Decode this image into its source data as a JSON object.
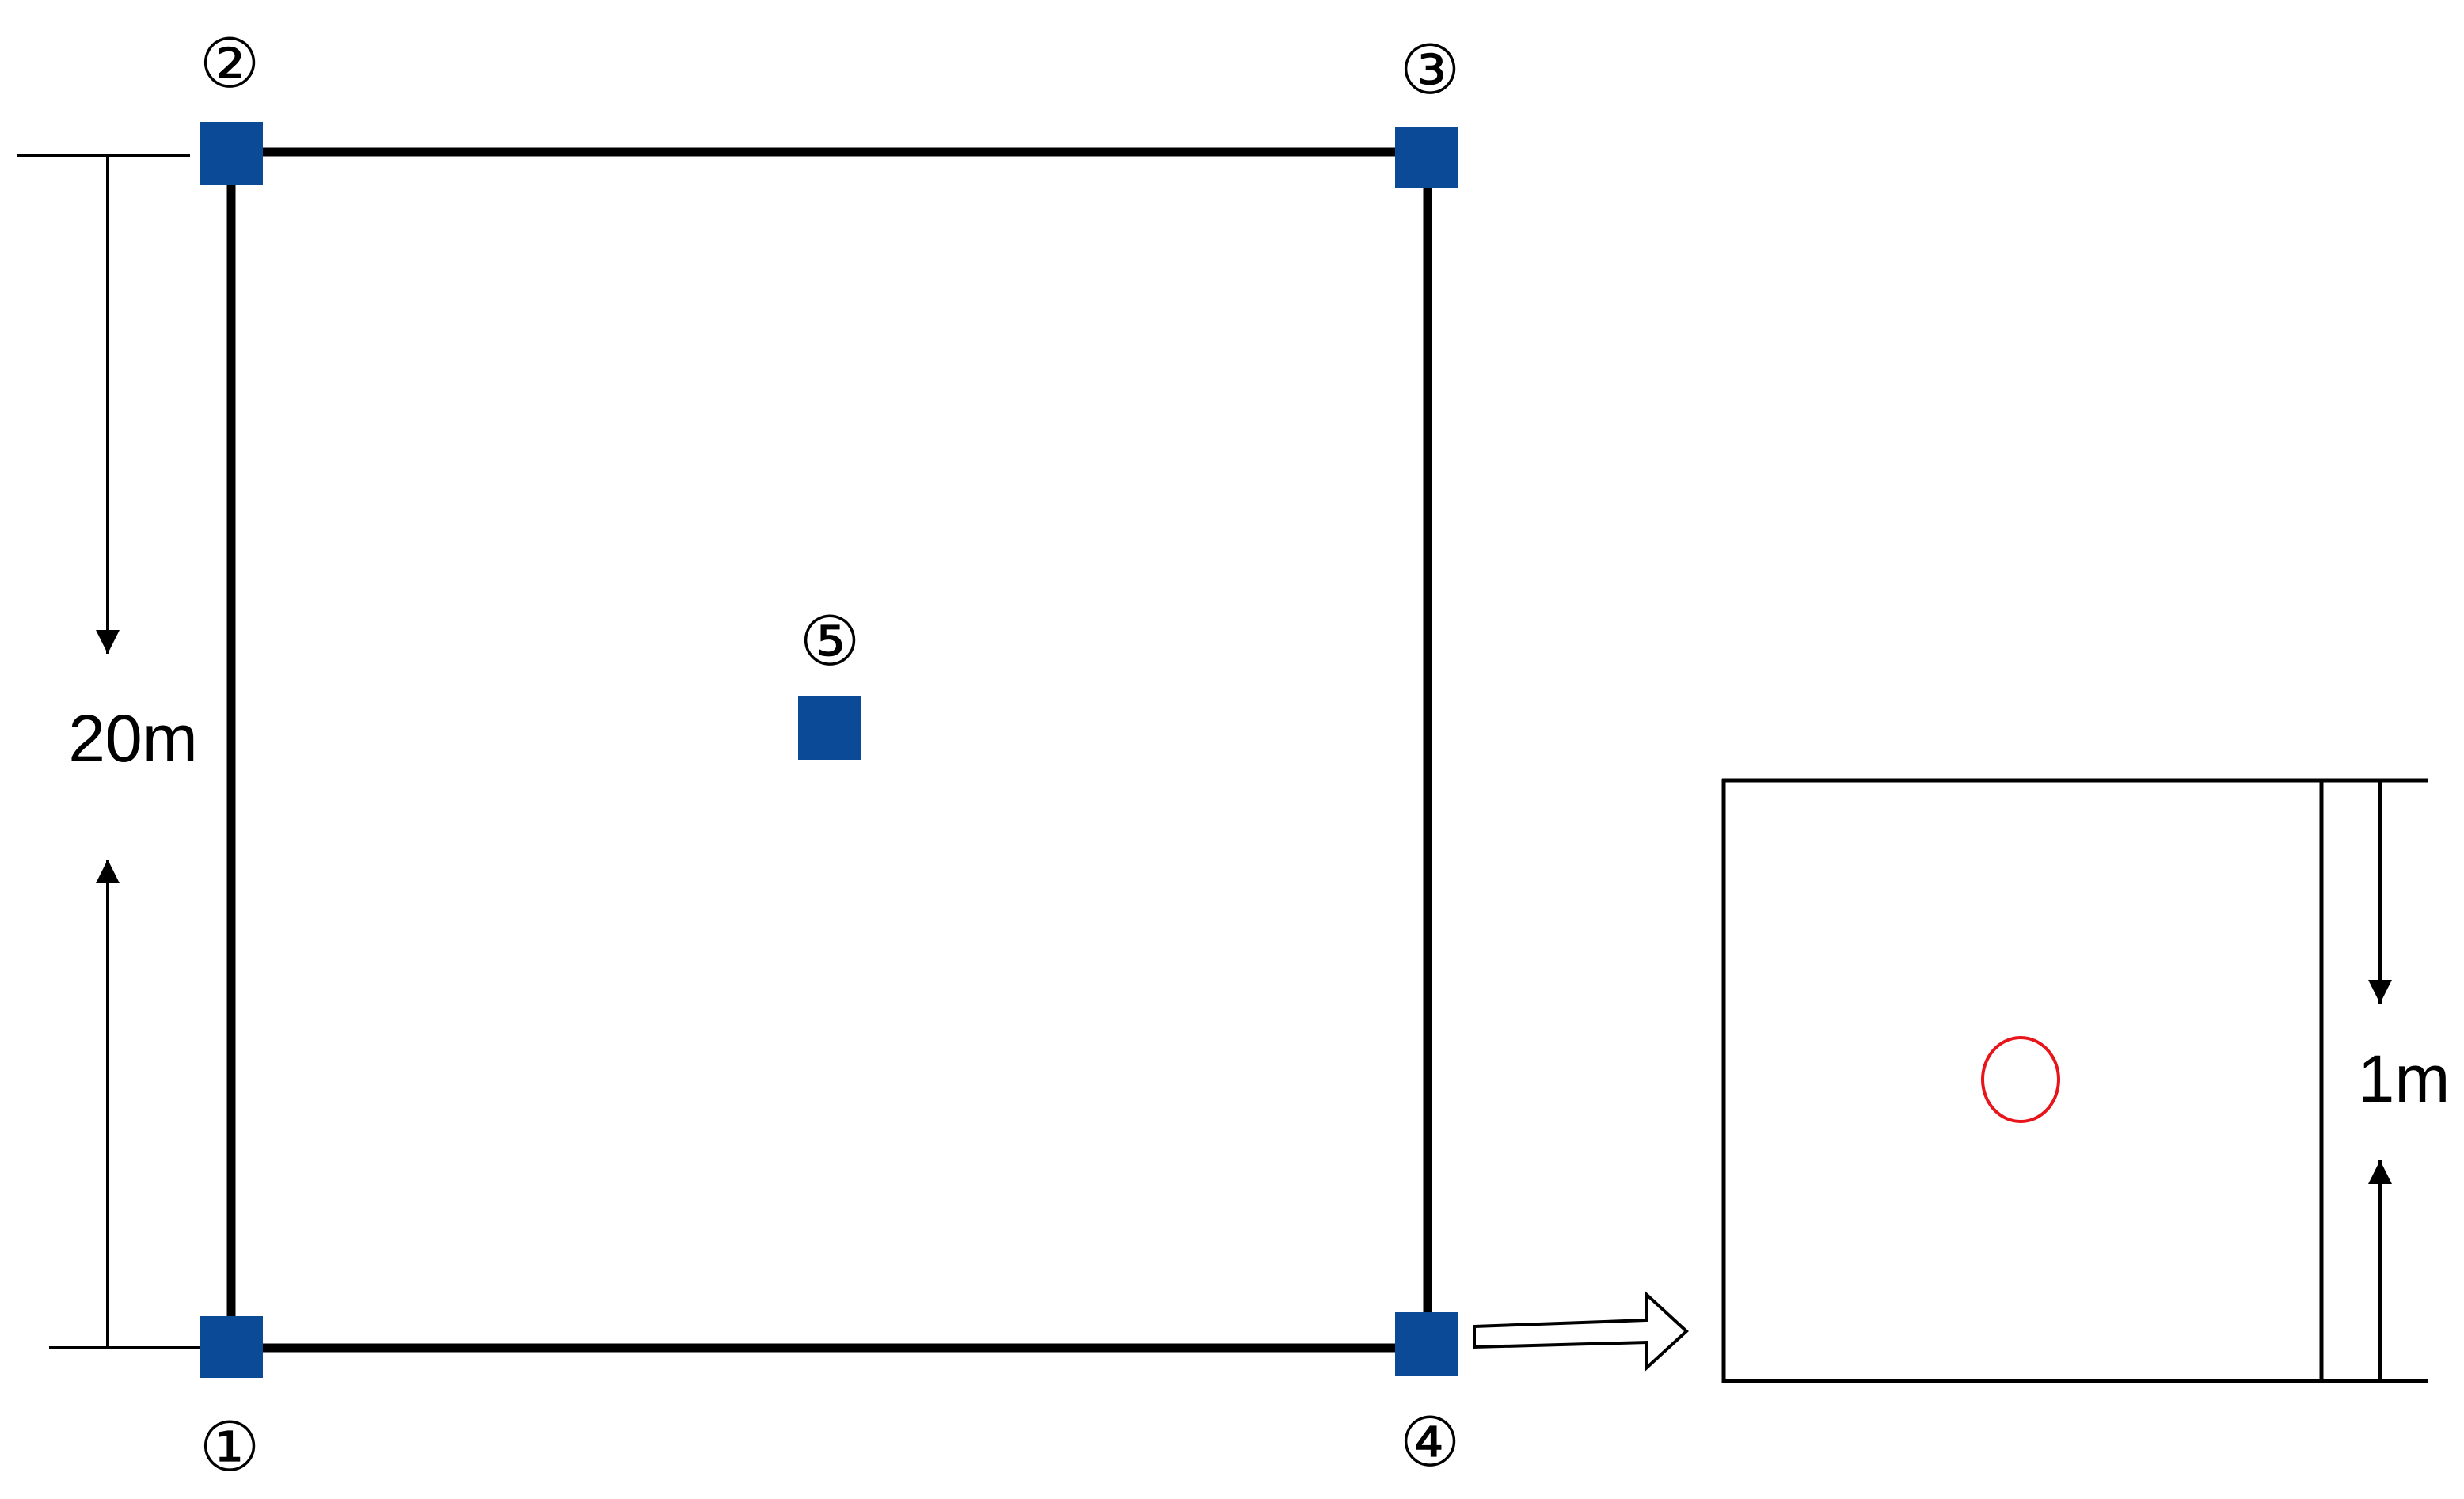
{
  "diagram": {
    "plot_dimension": "20m",
    "subplot_dimension": "1m",
    "points": [
      {
        "label": "①"
      },
      {
        "label": "②"
      },
      {
        "label": "③"
      },
      {
        "label": "④"
      },
      {
        "label": "⑤"
      }
    ],
    "colors": {
      "marker": "#0a4a96",
      "lines": "#000000",
      "subplot_circle": "#e8141a",
      "background": "#ffffff"
    }
  }
}
